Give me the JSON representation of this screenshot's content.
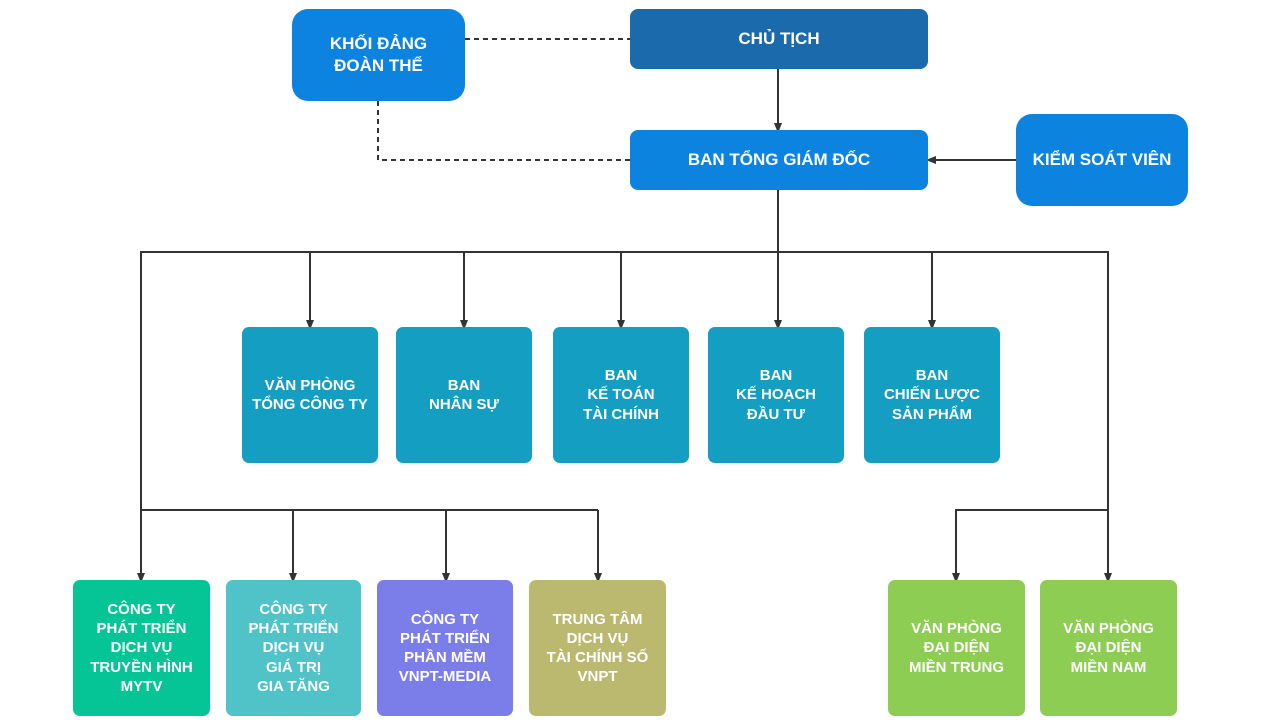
{
  "chu_tich": "CHỦ TỊCH",
  "khoi_dang": "KHỐI ĐẢNG\nĐOÀN THỂ",
  "ban_tgd": "BAN TỔNG GIÁM ĐỐC",
  "kiem_soat": "KIỂM SOÁT VIÊN",
  "departments": [
    "VĂN PHÒNG\nTỔNG CÔNG TY",
    "BAN\nNHÂN SỰ",
    "BAN\nKẾ TOÁN\nTÀI CHÍNH",
    "BAN\nKẾ HOẠCH\nĐẦU TƯ",
    "BAN\nCHIẾN LƯỢC\nSẢN PHẨM"
  ],
  "subsidiaries": [
    "CÔNG TY\nPHÁT TRIỂN\nDỊCH VỤ\nTRUYỀN HÌNH\nMYTV",
    "CÔNG TY\nPHÁT TRIỂN\nDỊCH VỤ\nGIÁ TRỊ\nGIA TĂNG",
    "CÔNG TY\nPHÁT TRIỂN\nPHẦN MỀM\nVNPT-MEDIA",
    "TRUNG TÂM\nDỊCH VỤ\nTÀI CHÍNH SỐ\nVNPT"
  ],
  "offices": [
    "VĂN PHÒNG\nĐẠI DIỆN\nMIỀN TRUNG",
    "VĂN PHÒNG\nĐẠI DIỆN\nMIỀN NAM"
  ],
  "colors": {
    "chu_tich": "#1b6aab",
    "blue": "#0d83e0",
    "dept": "#149ec2",
    "sub": [
      "#05c596",
      "#4fc3c8",
      "#7b7de8",
      "#bbb86f"
    ],
    "office": "#8dcd53",
    "line": "#333333"
  }
}
